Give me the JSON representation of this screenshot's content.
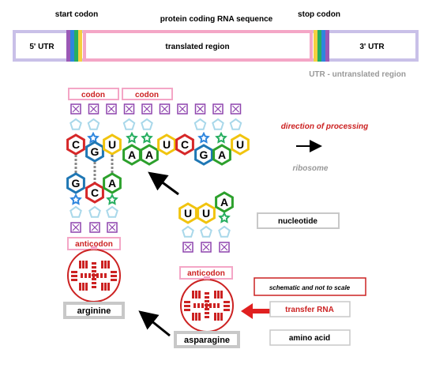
{
  "mrna_bar": {
    "title": "protein coding RNA sequence",
    "start_codon": "start codon",
    "stop_codon": "stop codon",
    "utr5": "5' UTR",
    "utr3": "3' UTR",
    "translated": "translated region",
    "utr_note": "UTR - untranslated region",
    "stripe_colors": [
      "#9b59b6",
      "#2e86de",
      "#27ae60",
      "#f4d03f"
    ],
    "stop_stripe_colors": [
      "#f4d03f",
      "#27ae60",
      "#2e86de",
      "#9b59b6"
    ]
  },
  "mrna_bases": [
    "C",
    "G",
    "U",
    "A",
    "A",
    "U",
    "C",
    "G",
    "A",
    "U"
  ],
  "trna1_anticodon": [
    "G",
    "C",
    "A"
  ],
  "trna2_anticodon": [
    "U",
    "U",
    "A"
  ],
  "labels": {
    "codon1": "codon",
    "codon2": "codon",
    "anticodon1": "anticodon",
    "anticodon2": "anticodon",
    "direction": "direction of processing",
    "ribosome": "ribosome",
    "nucleotide": "nucleotide",
    "schematic": "schematic and not to scale",
    "transfer_rna": "transfer RNA",
    "amino_acid": "amino acid",
    "arginine": "arginine",
    "asparagine": "asparagine"
  },
  "colors": {
    "C": "#d62728",
    "G": "#1f77b4",
    "U": "#f1c40f",
    "A": "#2ca02c",
    "pink": "#f4a6c6",
    "red": "#cc2222",
    "purple": "#8e44ad",
    "lightblue": "#a9d8ea",
    "gray": "#c8c8c8"
  }
}
